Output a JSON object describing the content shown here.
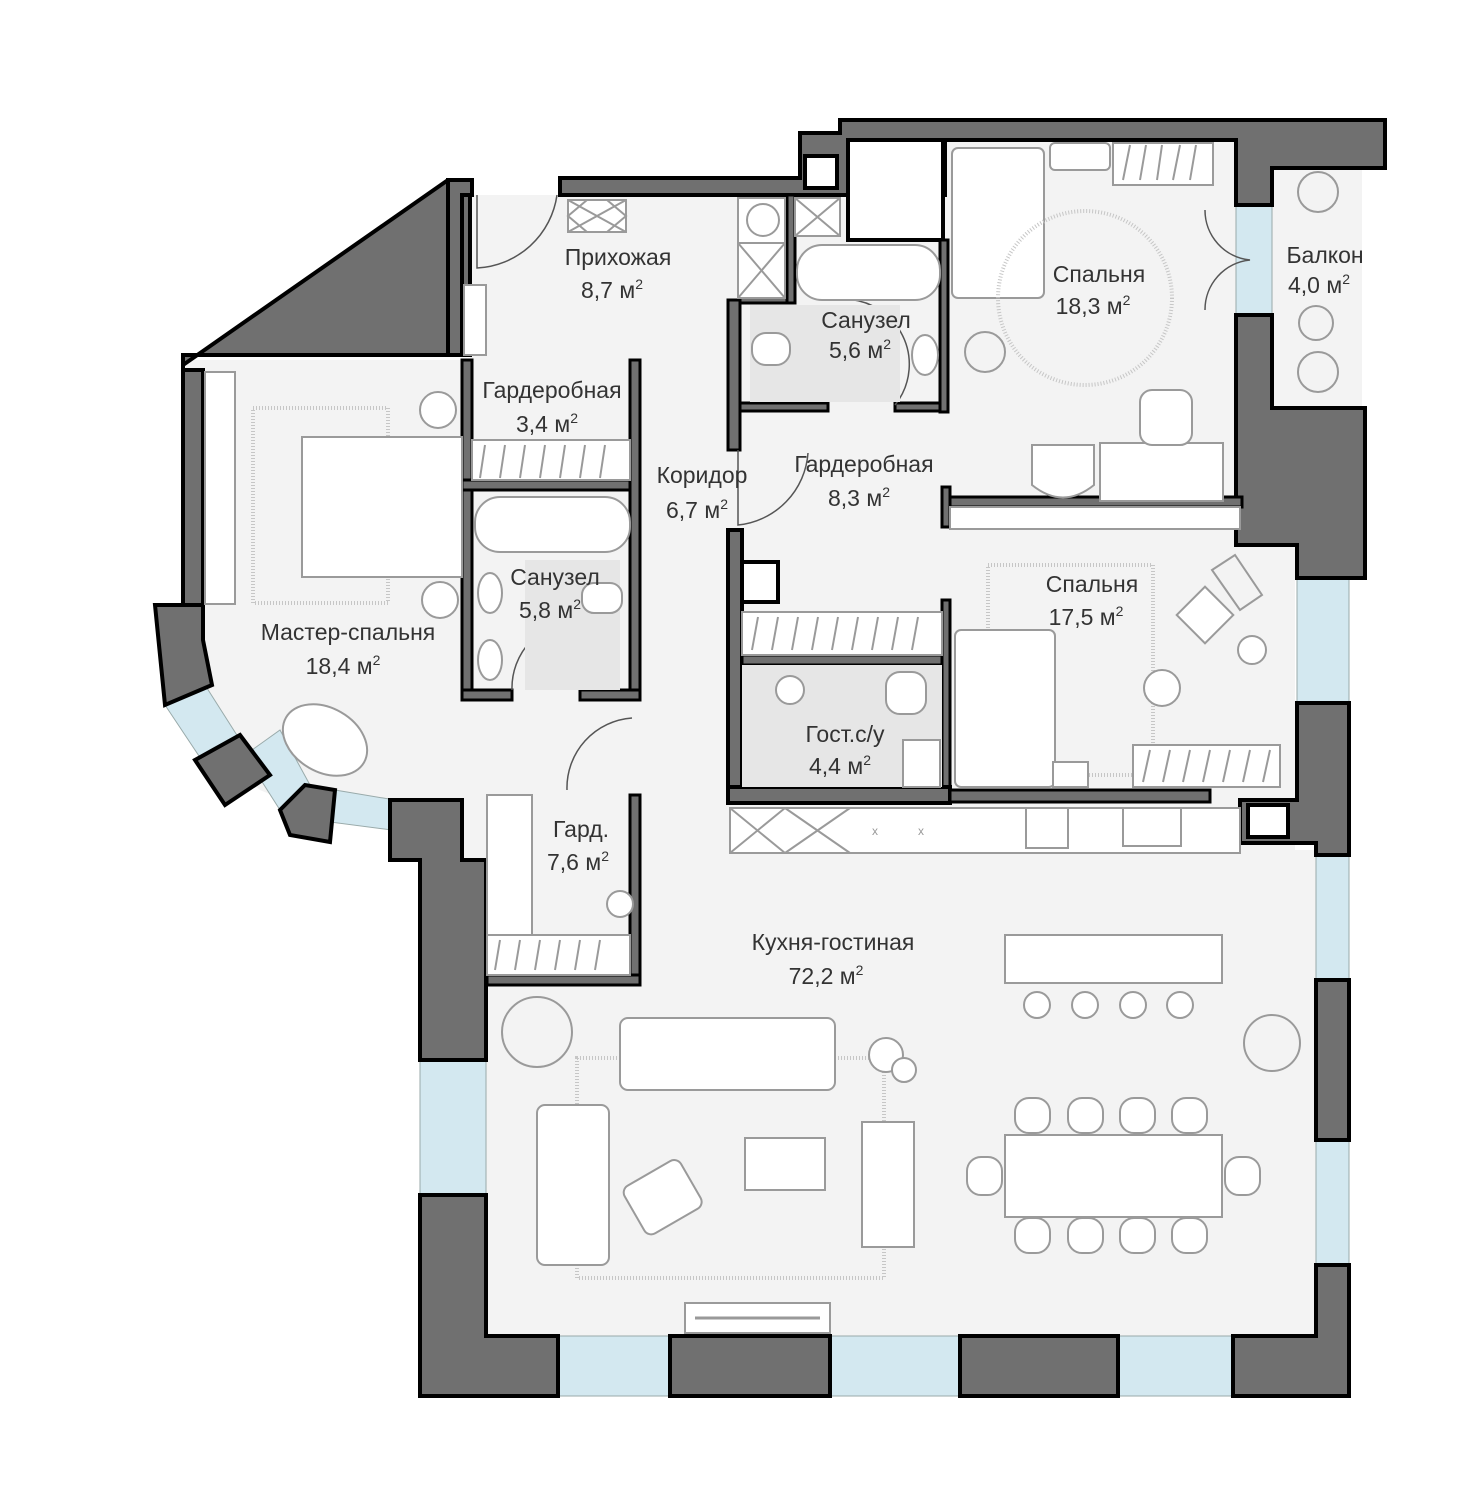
{
  "plan": {
    "unit_label": "м",
    "unit_power": "2",
    "colors": {
      "floor": "#f3f3f3",
      "wall": "#707070",
      "window": "#d3e8f0",
      "furniture_stroke": "#9a9a9a",
      "text": "#333333"
    },
    "rooms": [
      {
        "id": "hallway",
        "name": "Прихожая",
        "area": "8,7 м"
      },
      {
        "id": "bathroom-1",
        "name": "Санузел",
        "area": "5,6 м"
      },
      {
        "id": "bedroom-1",
        "name": "Спальня",
        "area": "18,3 м"
      },
      {
        "id": "balcony",
        "name": "Балкон",
        "area": "4,0 м"
      },
      {
        "id": "wardrobe-1",
        "name": "Гардеробная",
        "area": "3,4 м"
      },
      {
        "id": "corridor",
        "name": "Коридор",
        "area": "6,7 м"
      },
      {
        "id": "wardrobe-2",
        "name": "Гардеробная",
        "area": "8,3 м"
      },
      {
        "id": "bathroom-2",
        "name": "Санузел",
        "area": "5,8 м"
      },
      {
        "id": "master-bedroom",
        "name": "Мастер-спальня",
        "area": "18,4 м"
      },
      {
        "id": "bedroom-2",
        "name": "Спальня",
        "area": "17,5 м"
      },
      {
        "id": "guest-wc",
        "name": "Гост.с/у",
        "area": "4,4 м"
      },
      {
        "id": "wardrobe-3",
        "name": "Гард.",
        "area": "7,6 м"
      },
      {
        "id": "kitchen-living",
        "name": "Кухня-гостиная",
        "area": "72,2 м"
      }
    ]
  }
}
